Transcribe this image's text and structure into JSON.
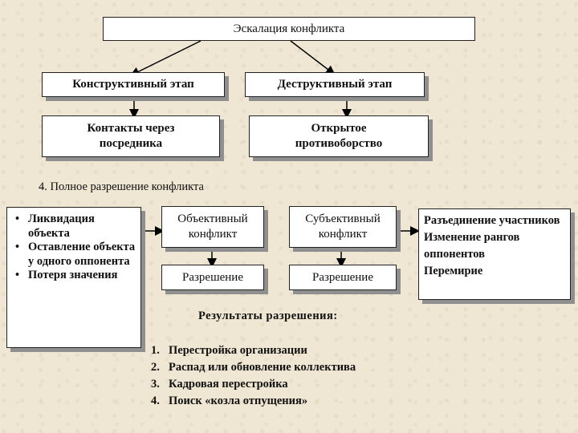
{
  "diagram": {
    "top": "Эскалация конфликта",
    "stage_constructive": "Конструктивный этап",
    "stage_destructive": "Деструктивный этап",
    "contacts": "Контакты через\nпосредника",
    "open_confrontation": "Открытое\nпротивоборство",
    "section_label": "4. Полное разрешение конфликта",
    "left_list": [
      "Ликвидация объекта",
      "Оставление объекта у одного оппонента",
      "Потеря значения"
    ],
    "objective": "Объективный\nконфликт",
    "subjective": "Субъективный\nконфликт",
    "resolution_left": "Разрешение",
    "resolution_right": "Разрешение",
    "right_list": [
      "Разъединение участников",
      "Изменение рангов оппонентов",
      "Перемирие"
    ],
    "results_title": "Результаты разрешения:",
    "results": [
      {
        "num": "1.",
        "text": "Перестройка организации"
      },
      {
        "num": "2.",
        "text": "Распад или обновление коллектива"
      },
      {
        "num": "3.",
        "text": "Кадровая перестройка"
      },
      {
        "num": "4.",
        "text": "Поиск «козла отпущения»"
      }
    ]
  }
}
